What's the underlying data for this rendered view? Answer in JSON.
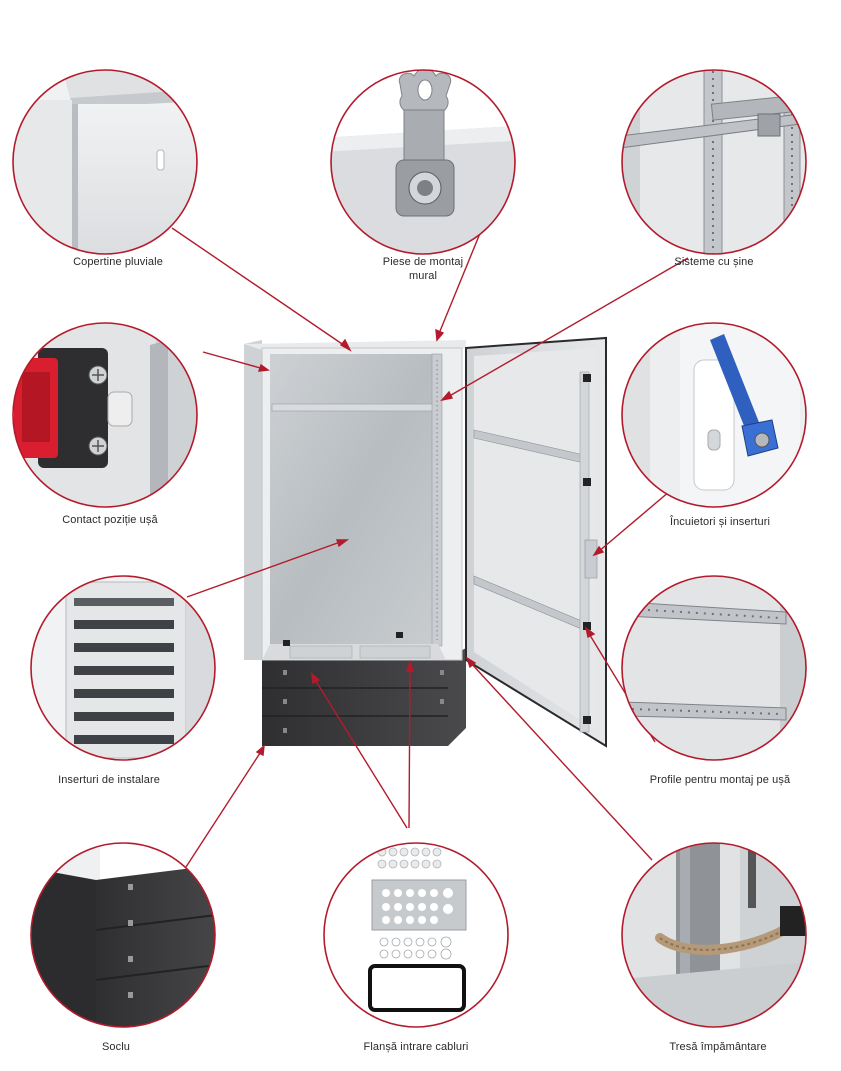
{
  "colors": {
    "accent": "#b31b2c",
    "cabinet_light": "#e4e6e8",
    "cabinet_shadow": "#c9ccd0",
    "galvanized": "#c3c7cb",
    "plinth": "#3c3c3e",
    "background": "#ffffff"
  },
  "callouts": [
    {
      "key": "rain-canopy",
      "label": "Copertine pluviale",
      "icon": "rain-canopy-detail"
    },
    {
      "key": "wall-mounting",
      "label": "Piese de montaj mural",
      "icon": "wall-bracket-detail"
    },
    {
      "key": "rail-systems",
      "label": "Sisteme cu șine",
      "icon": "rail-system-detail"
    },
    {
      "key": "door-contact",
      "label": "Contact poziție ușă",
      "icon": "door-switch-detail"
    },
    {
      "key": "locks-inserts",
      "label": "Încuietori și inserturi",
      "icon": "handle-lock-detail"
    },
    {
      "key": "installation-inserts",
      "label": "Inserturi de instalare",
      "icon": "din-rail-inserts-detail"
    },
    {
      "key": "door-profiles",
      "label": "Profile pentru montaj pe ușă",
      "icon": "door-profile-detail"
    },
    {
      "key": "plinth",
      "label": "Soclu",
      "icon": "plinth-detail"
    },
    {
      "key": "cable-flange",
      "label": "Flanșă intrare cabluri",
      "icon": "cable-gland-plate-detail"
    },
    {
      "key": "earthing-strap",
      "label": "Tresă împământare",
      "icon": "earth-strap-detail"
    }
  ]
}
